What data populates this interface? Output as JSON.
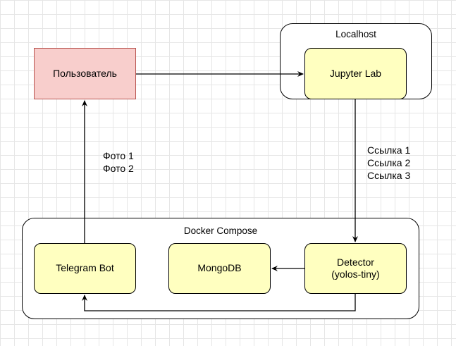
{
  "containers": {
    "localhost": {
      "title": "Localhost"
    },
    "docker": {
      "title": "Docker Compose"
    }
  },
  "nodes": {
    "user": {
      "label": "Пользователь"
    },
    "jupyter": {
      "label": "Jupyter Lab"
    },
    "telegram": {
      "label": "Telegram Bot"
    },
    "mongodb": {
      "label": "MongoDB"
    },
    "detector": {
      "label": "Detector\n(yolos-tiny)"
    }
  },
  "edge_labels": {
    "photos": "Фото 1\nФото 2",
    "links": "Ссылка 1\nСсылка 2\nСсылка 3"
  },
  "colors": {
    "node_fill": "#ffffc0",
    "user_fill": "#f8cecc",
    "user_border": "#b85450",
    "grid": "#e6e6e6"
  }
}
